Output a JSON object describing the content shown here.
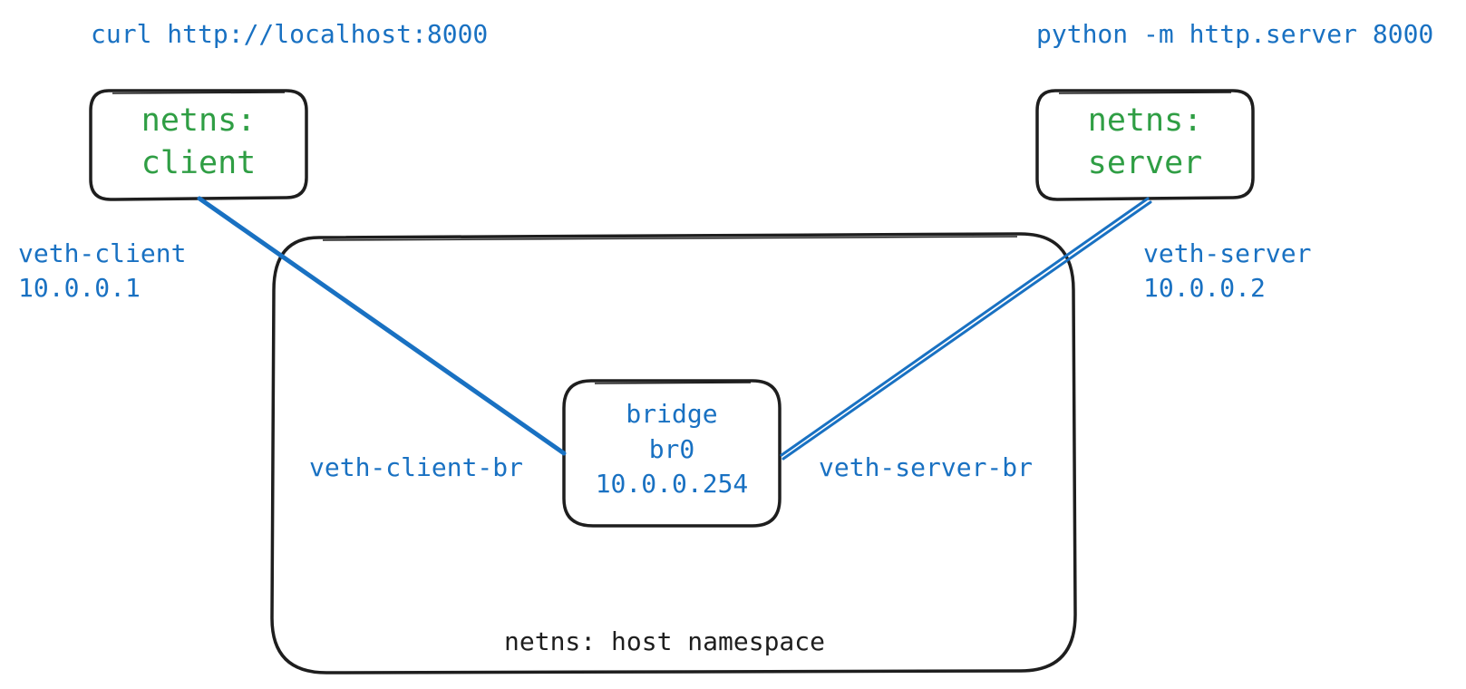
{
  "commands": {
    "client": "curl http://localhost:8000",
    "server": "python -m http.server 8000"
  },
  "namespaces": {
    "client": {
      "line1": "netns:",
      "line2": "client"
    },
    "server": {
      "line1": "netns:",
      "line2": "server"
    },
    "host": "netns: host namespace"
  },
  "interfaces": {
    "veth_client": {
      "name": "veth-client",
      "ip": "10.0.0.1"
    },
    "veth_server": {
      "name": "veth-server",
      "ip": "10.0.0.2"
    },
    "veth_client_br": "veth-client-br",
    "veth_server_br": "veth-server-br"
  },
  "bridge": {
    "line1": "bridge",
    "line2": "br0",
    "line3": "10.0.0.254"
  },
  "colors": {
    "link": "#1971c2",
    "namespace_text": "#2f9e44",
    "stroke": "#1e1e1e"
  }
}
